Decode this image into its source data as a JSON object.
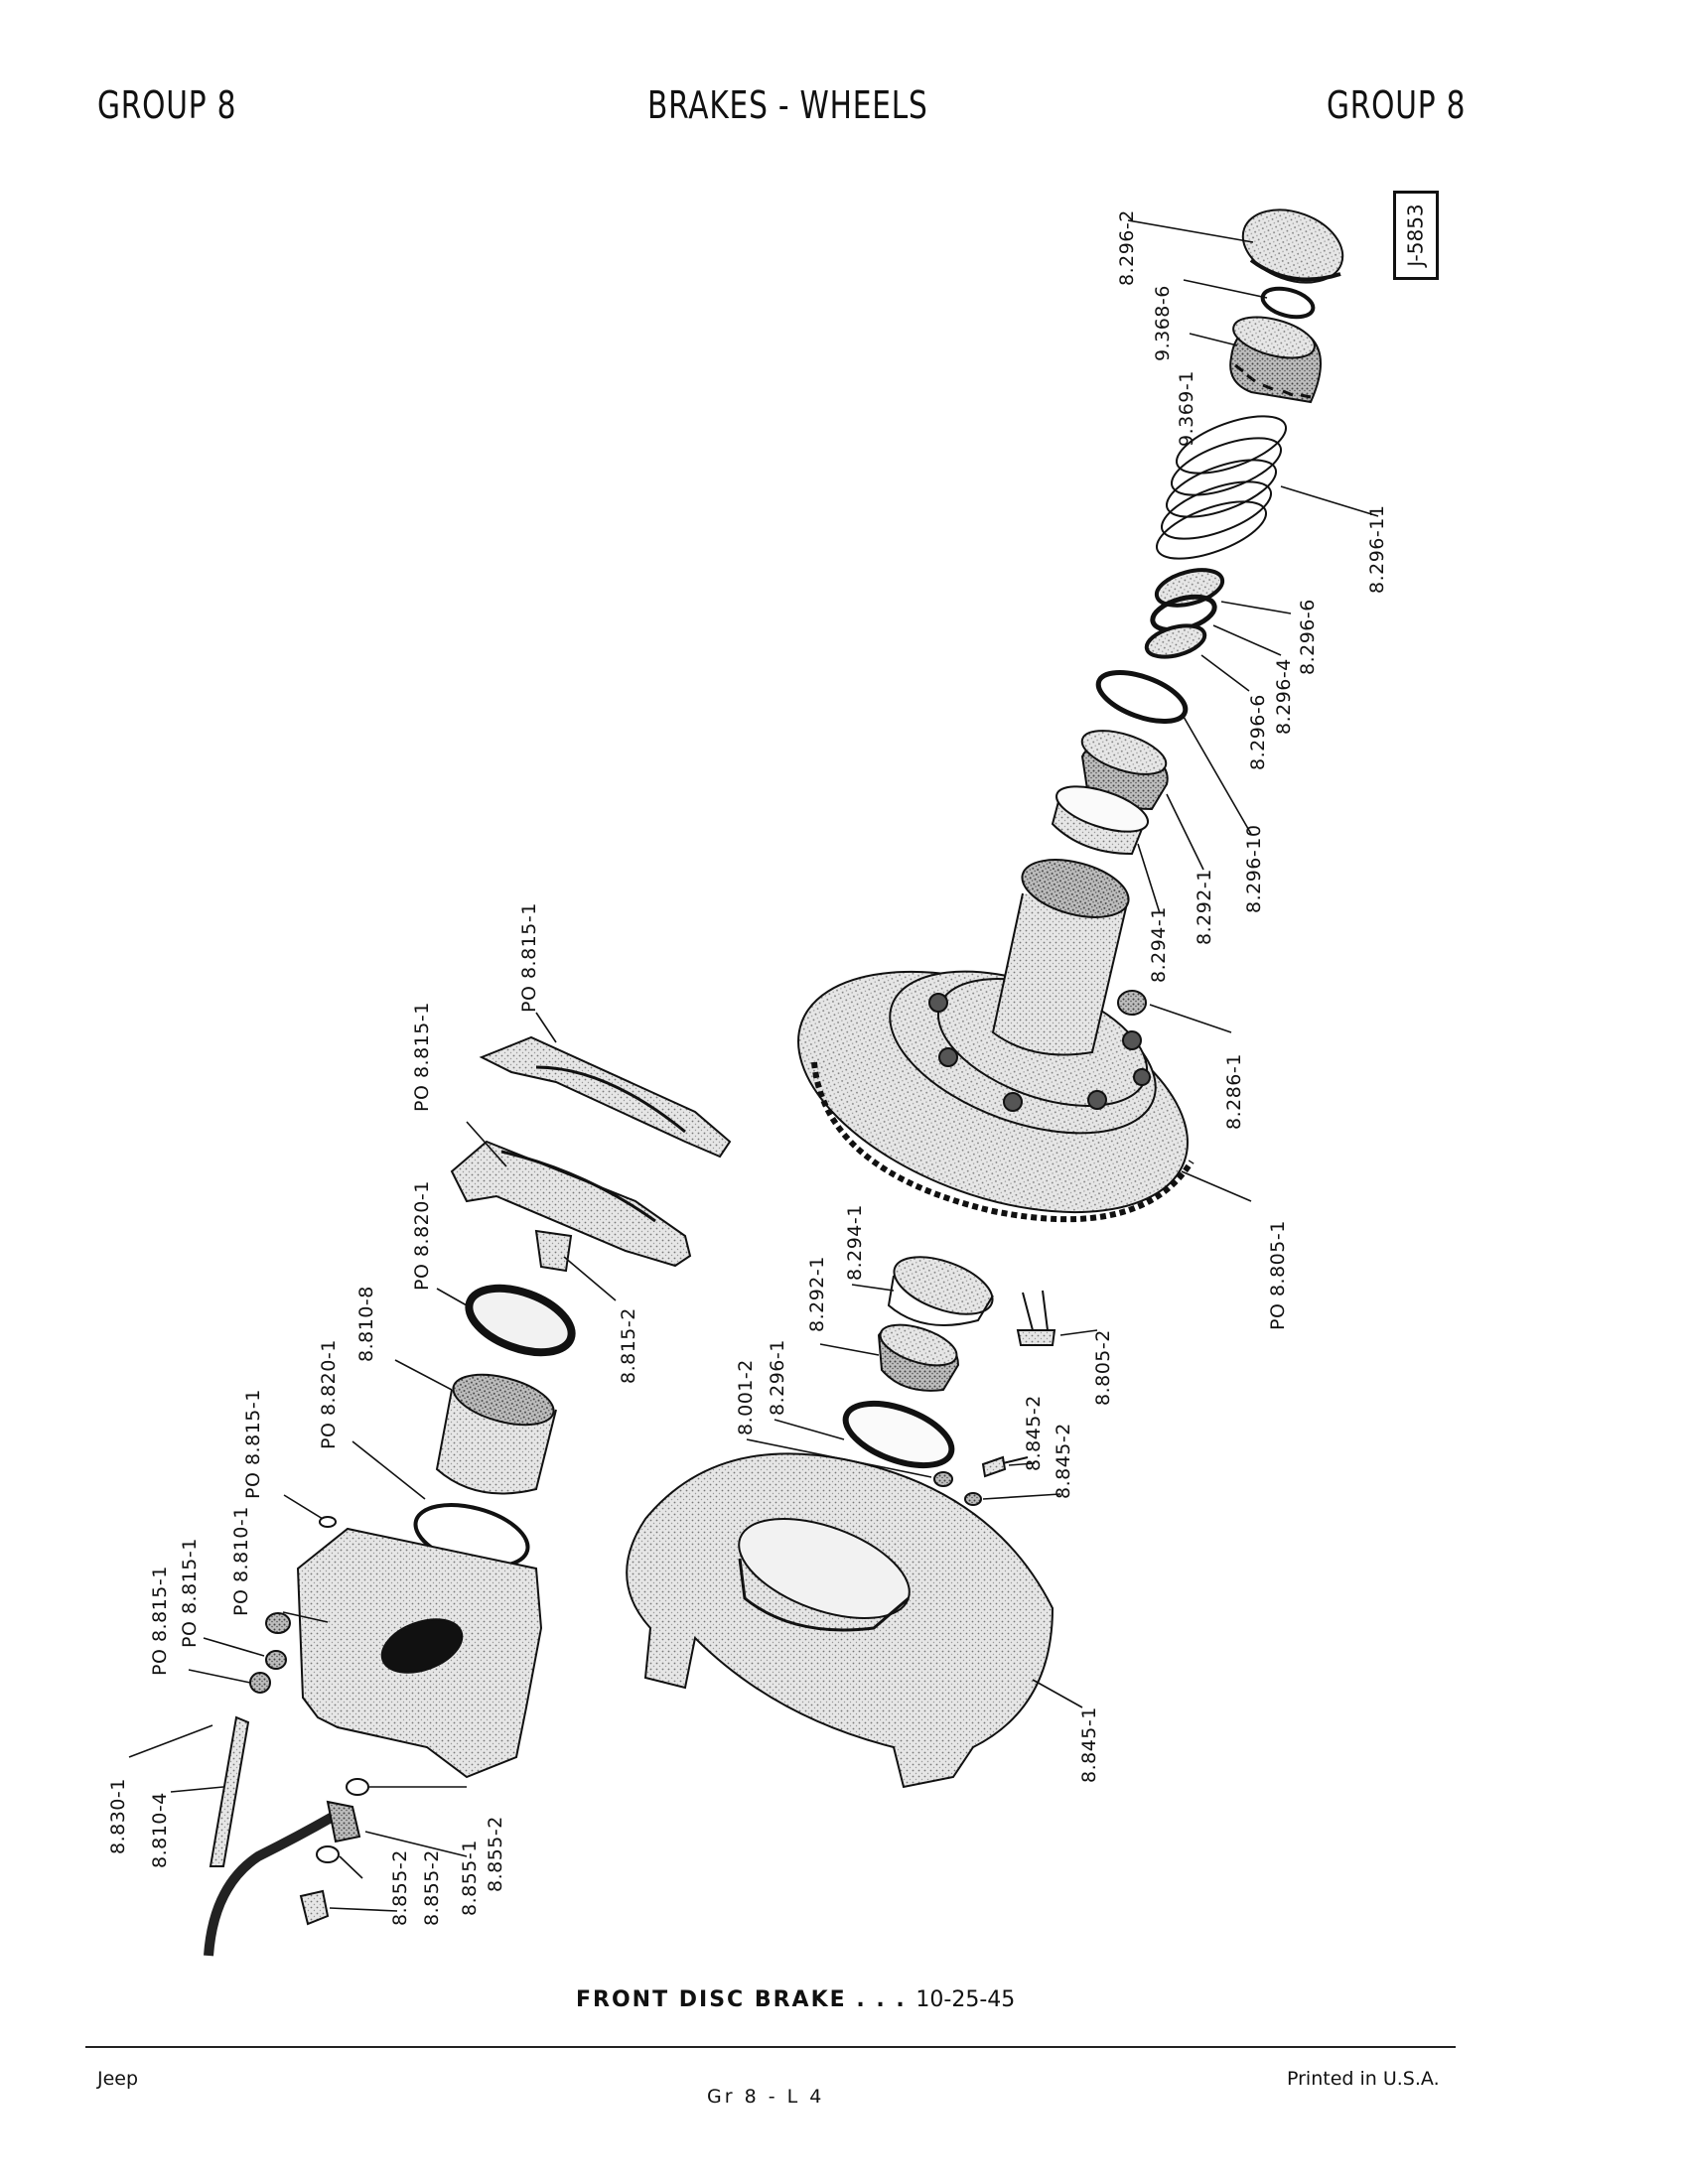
{
  "header": {
    "left": "GROUP 8",
    "center": "BRAKES - WHEELS",
    "right": "GROUP 8"
  },
  "catalog_id": "J-5853",
  "part_labels": {
    "p8_296_2": "8.296-2",
    "p9_368_6": "9.368-6",
    "p9_369_1": "9.369-1",
    "p8_296_11": "8.296-11",
    "p8_296_6a": "8.296-6",
    "p8_296_4": "8.296-4",
    "p8_296_6b": "8.296-6",
    "p8_296_10": "8.296-10",
    "p8_292_1a": "8.292-1",
    "p8_294_1a": "8.294-1",
    "p8_286_1": "8.286-1",
    "p8_805_1": "PO 8.805-1",
    "p8_805_2": "8.805-2",
    "p8_294_1b": "8.294-1",
    "p8_292_1b": "8.292-1",
    "p8_296_1": "8.296-1",
    "p8_001_2": "8.001-2",
    "p8_845_2a": "8.845-2",
    "p8_845_2b": "8.845-2",
    "p8_845_1": "8.845-1",
    "p8_815_1a": "PO 8.815-1",
    "p8_815_1b": "PO 8.815-1",
    "p8_820_1a": "PO 8.820-1",
    "p8_815_2": "8.815-2",
    "p8_810_8": "8.810-8",
    "p8_820_1b": "PO 8.820-1",
    "p8_815_1c": "PO 8.815-1",
    "p8_810_1": "PO 8.810-1",
    "p8_815_1d": "PO 8.815-1",
    "p8_815_1e": "PO 8.815-1",
    "p8_830_1": "8.830-1",
    "p8_810_4": "8.810-4",
    "p8_855_1": "8.855-1",
    "p8_855_2a": "8.855-2",
    "p8_855_2b": "8.855-2",
    "p8_855_2c": "8.855-2"
  },
  "caption": {
    "title": "FRONT DISC BRAKE . . .",
    "number": "10-25-45"
  },
  "footer": {
    "left": "Jeep",
    "center": "Gr 8 - L 4",
    "right": "Printed in U.S.A."
  }
}
